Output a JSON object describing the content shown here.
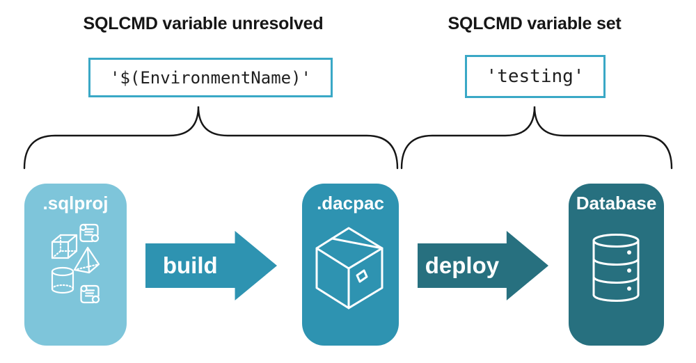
{
  "annotations": {
    "left": {
      "title": "SQLCMD variable unresolved",
      "code": "'$(EnvironmentName)'"
    },
    "right": {
      "title": "SQLCMD variable set",
      "code": "'testing'"
    }
  },
  "pipeline": {
    "nodes": [
      {
        "id": "sqlproj",
        "label": ".sqlproj",
        "color": "#7ec5da",
        "icon": "sql-objects-icon"
      },
      {
        "id": "dacpac",
        "label": ".dacpac",
        "color": "#2e93b1",
        "icon": "package-icon"
      },
      {
        "id": "database",
        "label": "Database",
        "color": "#27707f",
        "icon": "database-icon"
      }
    ],
    "arrows": [
      {
        "label": "build",
        "color": "#2e93b1"
      },
      {
        "label": "deploy",
        "color": "#27707f"
      }
    ]
  },
  "colors": {
    "background": "#ffffff",
    "heading_text": "#161616",
    "code_text": "#1f1f1f",
    "code_box_border": "#3aa8c6",
    "code_box_bg": "#ffffff",
    "brace_stroke": "#161616",
    "icon_stroke": "#ffffff",
    "card_label_text": "#ffffff",
    "arrow_label_text": "#ffffff"
  }
}
